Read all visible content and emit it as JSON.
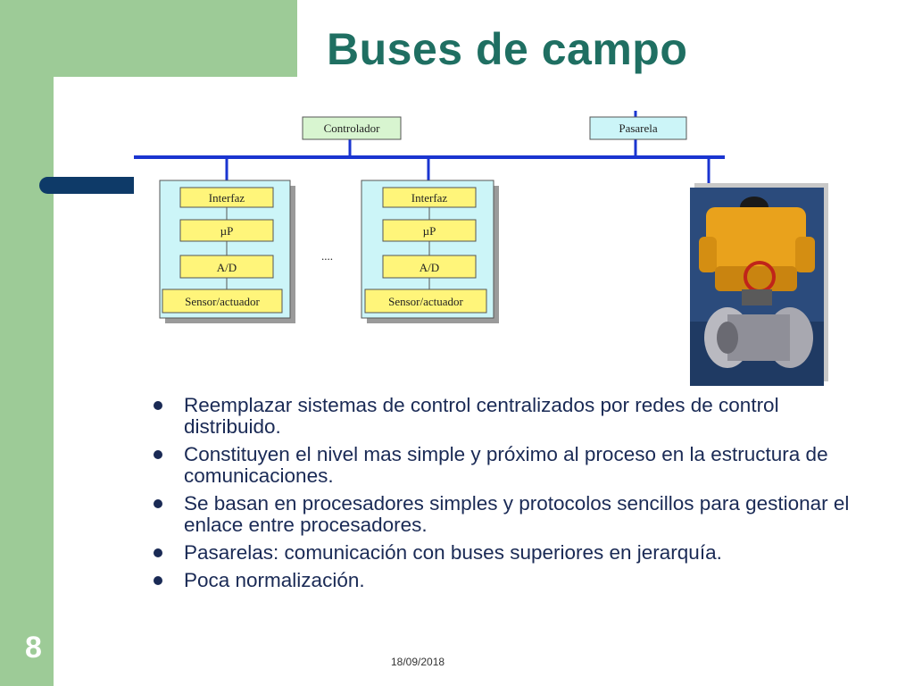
{
  "slide": {
    "title": "Buses de campo",
    "number": "8",
    "date": "18/09/2018"
  },
  "colors": {
    "green": "#9dcb97",
    "title": "#1f6f62",
    "bus": "#1a35d0",
    "navy": "#0e3a68",
    "box_fill": "#ccf5f8",
    "module_fill": "#fff57a",
    "top_box_fill": "#d8f5d0",
    "text": "#1a2a55"
  },
  "diagram": {
    "controller_label": "Controlador",
    "gateway_label": "Pasarela",
    "ellipsis": "....",
    "nodes": [
      {
        "interface_label": "Interfaz",
        "micro_label": "µP",
        "ad_label": "A/D",
        "sensor_label": "Sensor/actuador"
      },
      {
        "interface_label": "Interfaz",
        "micro_label": "µP",
        "ad_label": "A/D",
        "sensor_label": "Sensor/actuador"
      }
    ]
  },
  "bullets": [
    "Reemplazar sistemas de control centralizados por redes de control distribuido.",
    "Constituyen el nivel mas simple y próximo al proceso en la estructura de comunicaciones.",
    "Se basan en procesadores simples y protocolos sencillos para gestionar el enlace entre procesadores.",
    "Pasarelas: comunicación con buses superiores en jerarquía.",
    "Poca normalización."
  ]
}
